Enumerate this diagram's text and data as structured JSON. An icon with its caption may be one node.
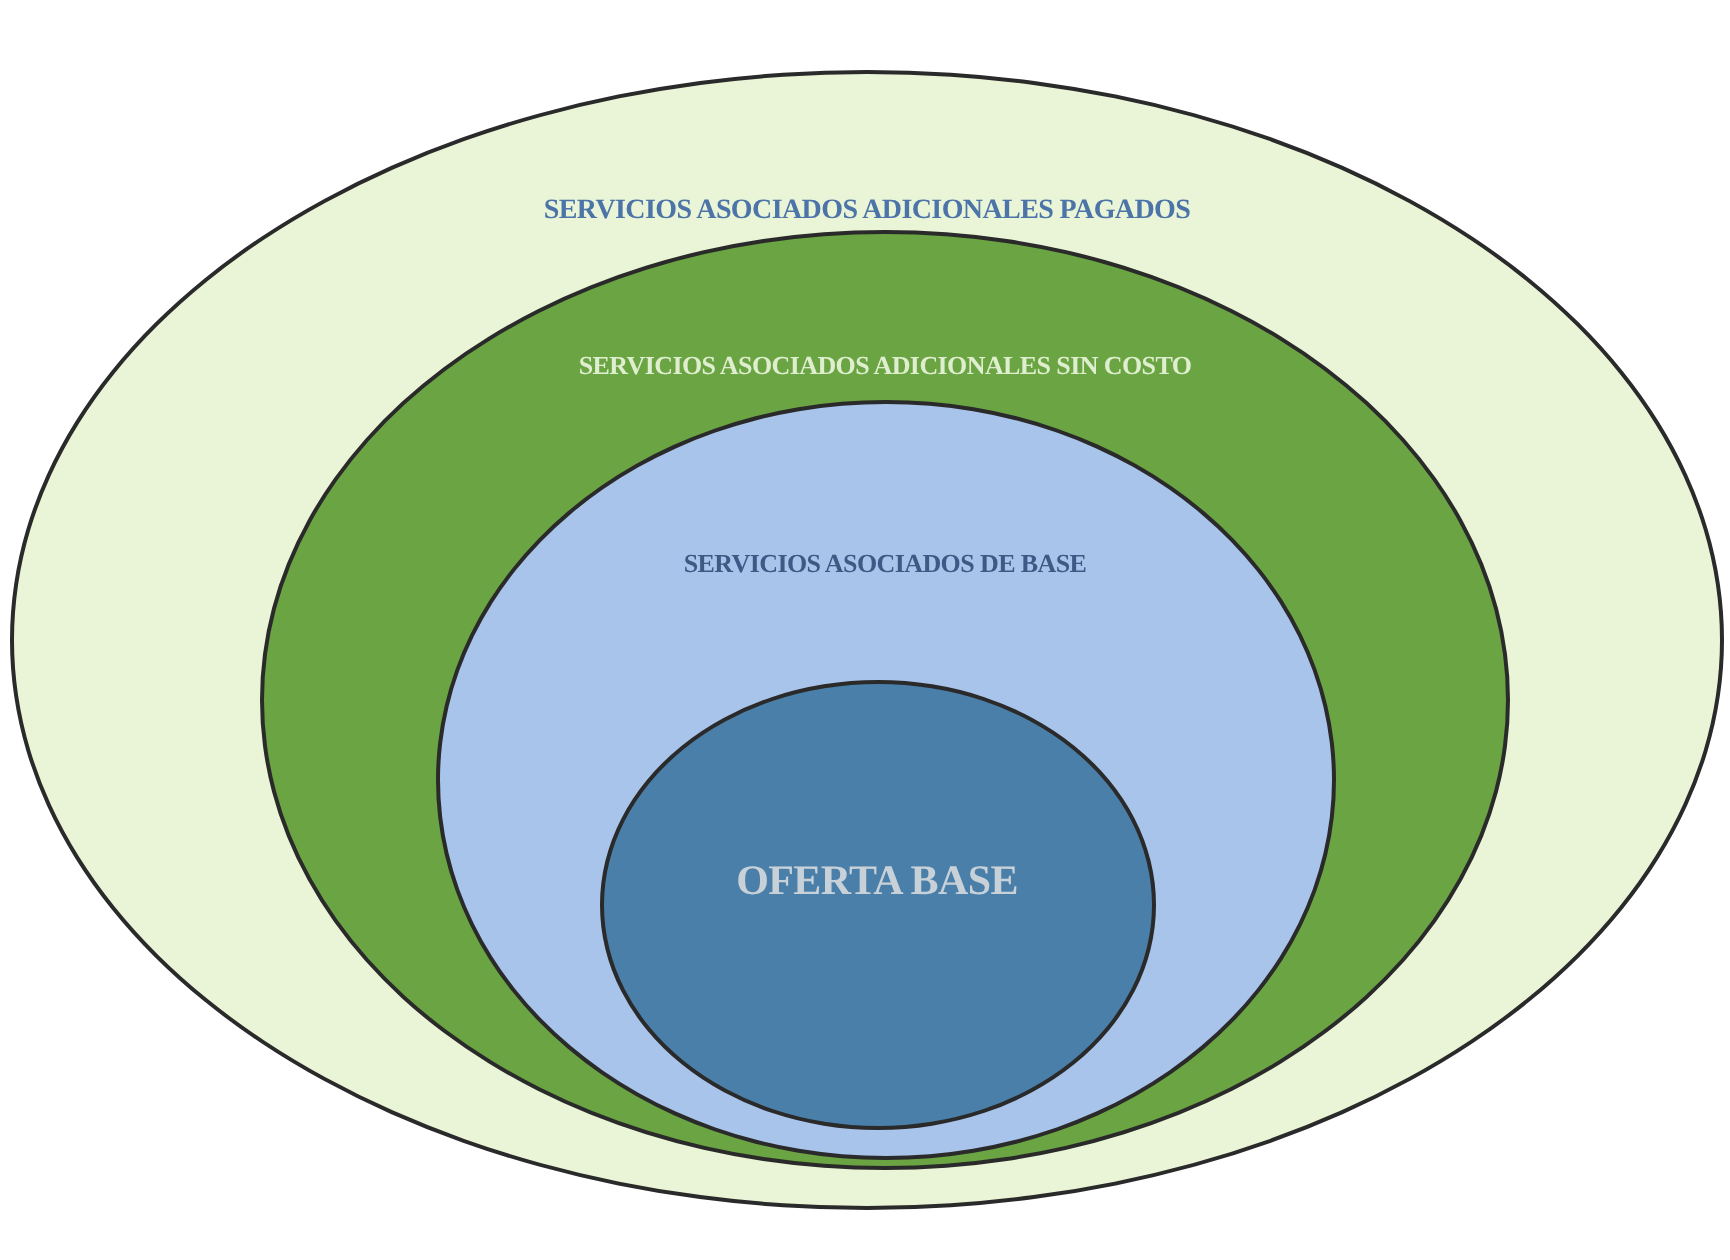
{
  "diagram": {
    "nodes": [
      {
        "text": [
          "SERVICIOS ASOCIADOS ADICIONALES PAGADOS"
        ]
      },
      {
        "text": [
          "SERVICIOS ASOCIADOS ADICIONALES SIN COSTO"
        ],
        "in": 0
      },
      {
        "text": [
          "SERVICIOS ASOCIADOS DE BASE"
        ],
        "in": 1
      },
      {
        "text": [
          "OFERTA BASE"
        ],
        "in": 2
      }
    ]
  }
}
